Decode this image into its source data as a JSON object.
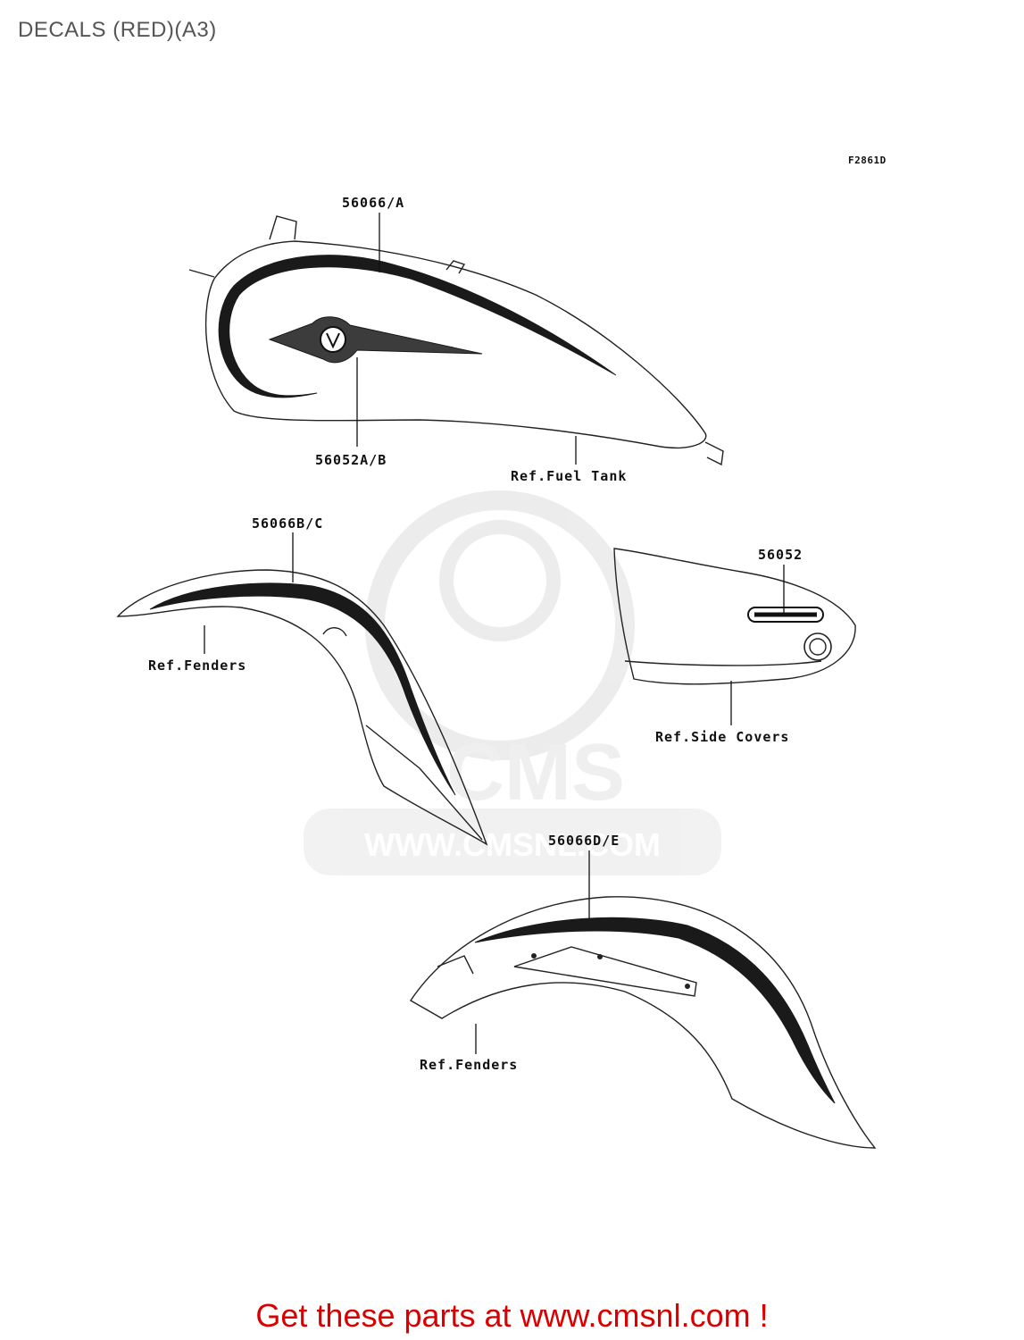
{
  "page": {
    "title": "DECALS (RED)(A3)"
  },
  "diagram": {
    "figure_code": "F2861D",
    "parts": [
      {
        "number": "56066/A",
        "ref": "Ref.Fuel Tank"
      },
      {
        "number": "56052A/B"
      },
      {
        "number": "56066B/C",
        "ref": "Ref.Fenders"
      },
      {
        "number": "56052",
        "ref": "Ref.Side Covers"
      },
      {
        "number": "56066D/E",
        "ref": "Ref.Fenders"
      }
    ]
  },
  "watermark": {
    "brand": "CMS",
    "url": "WWW.CMSNL.COM"
  },
  "footer": {
    "text": "Get these parts at www.cmsnl.com !",
    "color": "#d80000"
  }
}
